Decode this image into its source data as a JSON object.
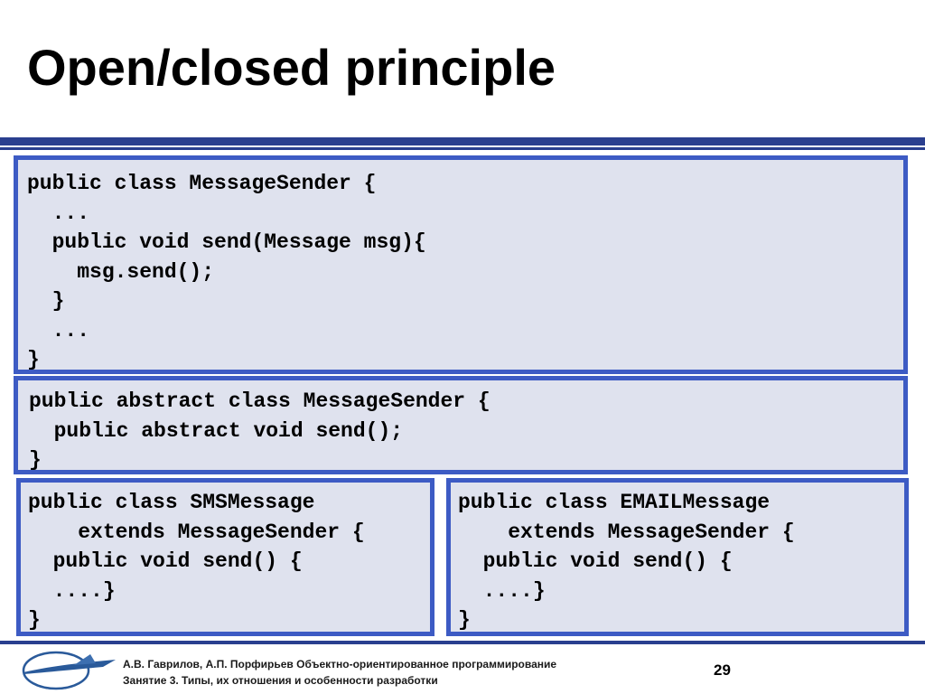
{
  "slide": {
    "title": "Open/closed principle",
    "page_number": "29"
  },
  "code_blocks": {
    "message_sender": "public class MessageSender {\n  ...\n  public void send(Message msg){\n    msg.send();\n  }\n  ...\n}",
    "abstract_sender": "public abstract class MessageSender {\n  public abstract void send();\n}",
    "sms_message": "public class SMSMessage\n    extends MessageSender {\n  public void send() {\n  ....}\n}",
    "email_message": "public class EMAILMessage\n    extends MessageSender {\n  public void send() {\n  ....}\n}"
  },
  "footer": {
    "line1": "А.В. Гаврилов, А.П. Порфирьев Объектно-ориентированное программирование",
    "line2": "Занятие 3. Типы, их отношения и особенности разработки",
    "logo_icon": "university-logo-icon"
  },
  "colors": {
    "accent": "#2a3f8f",
    "box_border": "#3d5bc4",
    "box_fill": "#dfe2ee"
  }
}
